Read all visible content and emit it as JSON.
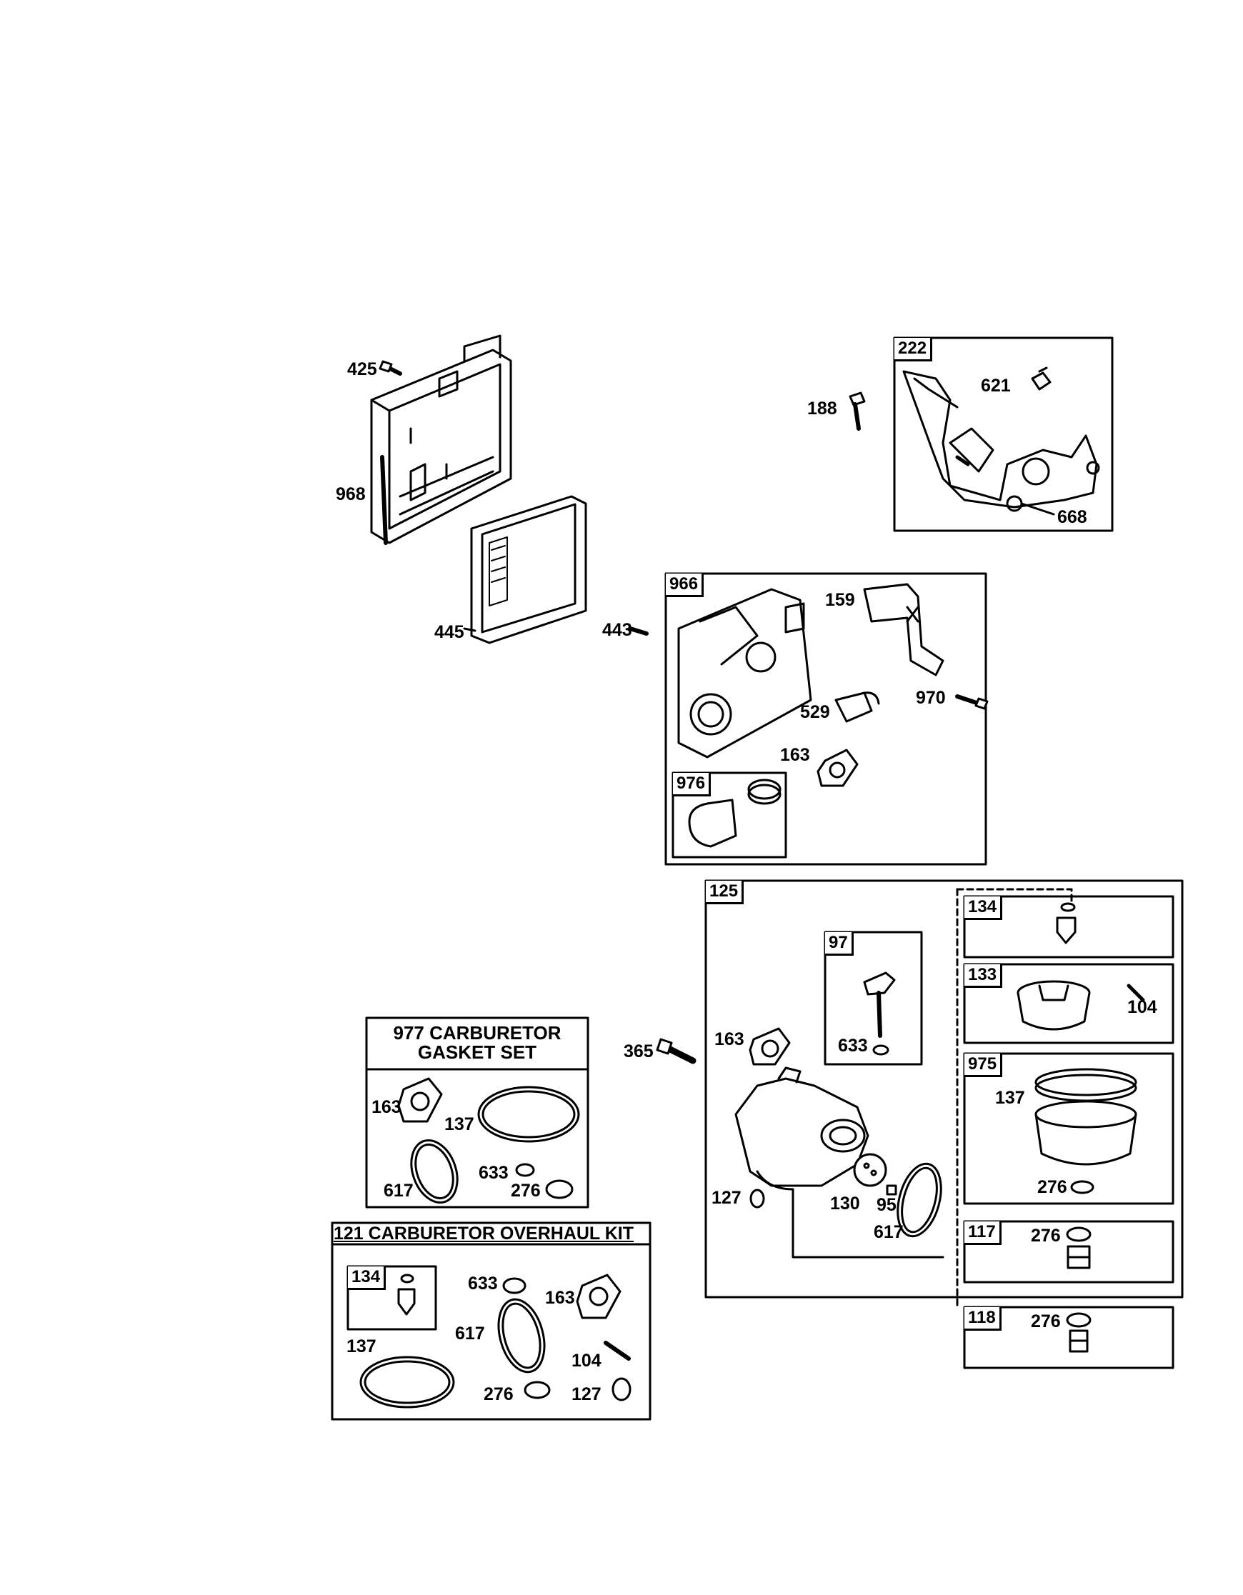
{
  "kits": {
    "gasket_set_title": "977 CARBURETOR GASKET SET",
    "overhaul_kit_title": "121 CARBURETOR OVERHAUL KIT"
  },
  "box_tags": {
    "b222": "222",
    "b966": "966",
    "b976": "976",
    "b125": "125",
    "b97": "97",
    "b134": "134",
    "b133": "133",
    "b975": "975",
    "b117": "117",
    "b118": "118",
    "b134_kit": "134"
  },
  "callouts": {
    "c425": "425",
    "c968": "968",
    "c445": "445",
    "c188": "188",
    "c621": "621",
    "c668": "668",
    "c443": "443",
    "c159": "159",
    "c970": "970",
    "c529": "529",
    "c163_966": "163",
    "c365": "365",
    "c163_125": "163",
    "c633_97": "633",
    "c127_125": "127",
    "c130": "130",
    "c95": "95",
    "c617_125": "617",
    "c104_133": "104",
    "c137_975": "137",
    "c276_975": "276",
    "c276_117": "276",
    "c276_118": "276",
    "c163_977": "163",
    "c137_977": "137",
    "c617_977": "617",
    "c633_977": "633",
    "c276_977": "276",
    "c633_121": "633",
    "c163_121": "163",
    "c137_121": "137",
    "c617_121": "617",
    "c104_121": "104",
    "c276_121": "276",
    "c127_121": "127"
  }
}
